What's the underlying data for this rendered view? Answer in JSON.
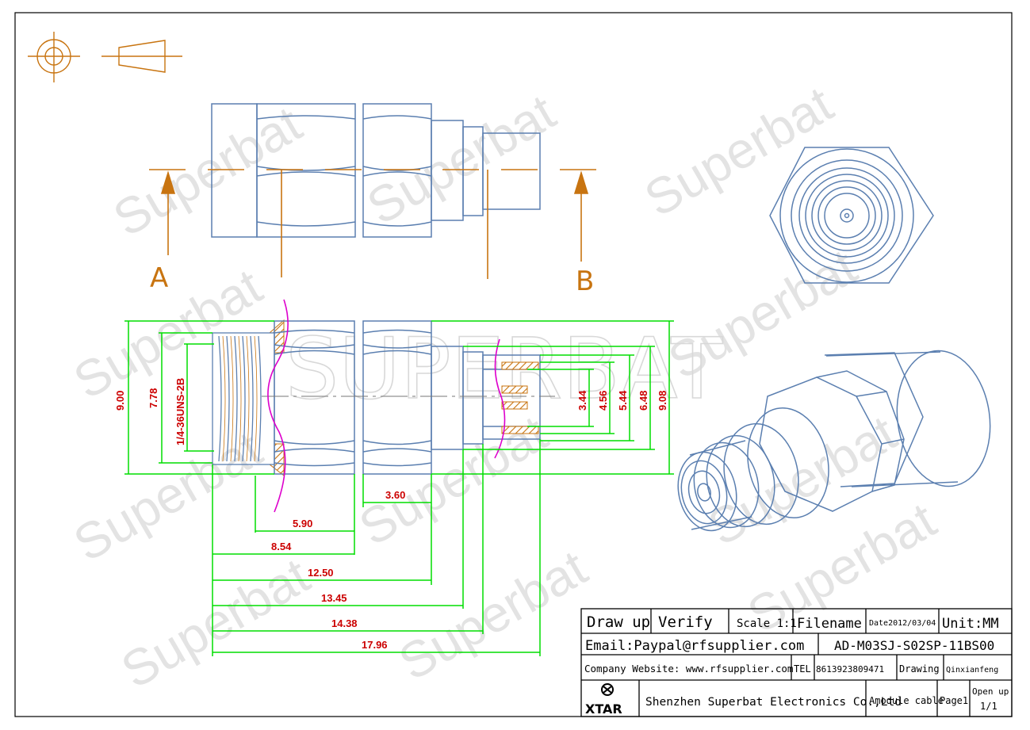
{
  "labels": {
    "section_a": "A",
    "section_b": "B",
    "thread": "1/4-36UNS-2B"
  },
  "dimensions": {
    "vertical_left": [
      "9.00",
      "7.78"
    ],
    "vertical_right": [
      "3.44",
      "4.56",
      "5.44",
      "6.48",
      "9.08"
    ],
    "horizontal": [
      "3.60",
      "5.90",
      "8.54",
      "12.50",
      "13.45",
      "14.38",
      "17.96"
    ]
  },
  "watermarks": {
    "brand_large": "SUPERBAT",
    "brand_small": "Superbat"
  },
  "title_block": {
    "draw_up": "Draw up",
    "verify": "Verify",
    "scale": "Scale 1:1",
    "filename_label": "Filename",
    "date": "Date2012/03/04",
    "unit": "Unit:MM",
    "email": "Email:Paypal@rfsupplier.com",
    "part_number": "AD-M03SJ-S02SP-11BS00",
    "website": "Company Website:  www.rfsupplier.com",
    "tel_label": "TEL",
    "tel": "8613923809471",
    "drawing_label": "Drawing",
    "drawer": "Qinxianfeng",
    "logo_text": "XTAR",
    "company": "Shenzhen Superbat Electronics Co.,Ltd",
    "product": "Amodule cable",
    "page": "Page1",
    "open_up": "Open up",
    "open_up_value": "1/1"
  },
  "colors": {
    "outline": "#5b7fb0",
    "dimension": "#00dd00",
    "dimension_text": "#cc0000",
    "section_marker": "#c87410",
    "hatch": "#c87410",
    "break_line": "#dd00cc"
  }
}
